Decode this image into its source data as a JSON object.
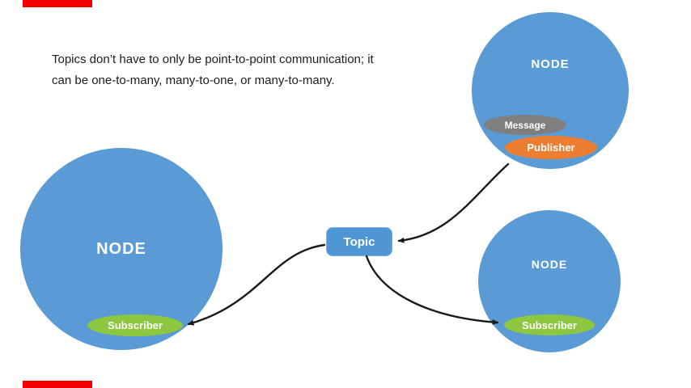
{
  "caption": {
    "line1": "Topics don’t have to only be point-to-point communication; it",
    "line2": "can be one-to-many, many-to-one, or many-to-many."
  },
  "nodes": {
    "left": {
      "label": "NODE",
      "badge": "Subscriber"
    },
    "top_right": {
      "label": "NODE",
      "message_badge": "Message",
      "publisher_badge": "Publisher"
    },
    "bottom_right": {
      "label": "NODE",
      "badge": "Subscriber"
    }
  },
  "topic": {
    "label": "Topic"
  },
  "colors": {
    "node_blue": "#5b9bd5",
    "topic_blue": "#4f96d4",
    "subscriber_green": "#8dc63f",
    "publisher_orange": "#ed7d31",
    "message_gray": "#7f7f7f",
    "accent_red": "#f40000",
    "arrow_black": "#1a1a1a"
  }
}
